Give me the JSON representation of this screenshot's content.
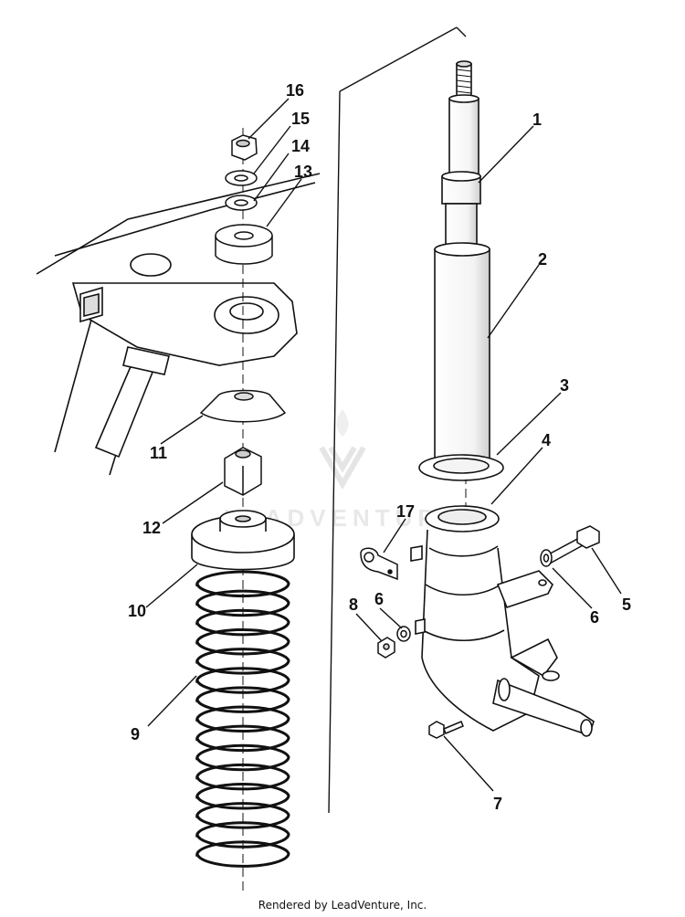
{
  "callouts": {
    "c1": "1",
    "c2": "2",
    "c3": "3",
    "c4": "4",
    "c5": "5",
    "c6a": "6",
    "c6b": "6",
    "c7": "7",
    "c8": "8",
    "c9": "9",
    "c10": "10",
    "c11": "11",
    "c12": "12",
    "c13": "13",
    "c14": "14",
    "c15": "15",
    "c16": "16",
    "c17": "17"
  },
  "watermark": {
    "text": "LEADVENTURE"
  },
  "footer": {
    "text": "Rendered by LeadVenture, Inc."
  },
  "colors": {
    "ink": "#111111",
    "watermark": "#e6e6e6",
    "background": "#ffffff"
  }
}
